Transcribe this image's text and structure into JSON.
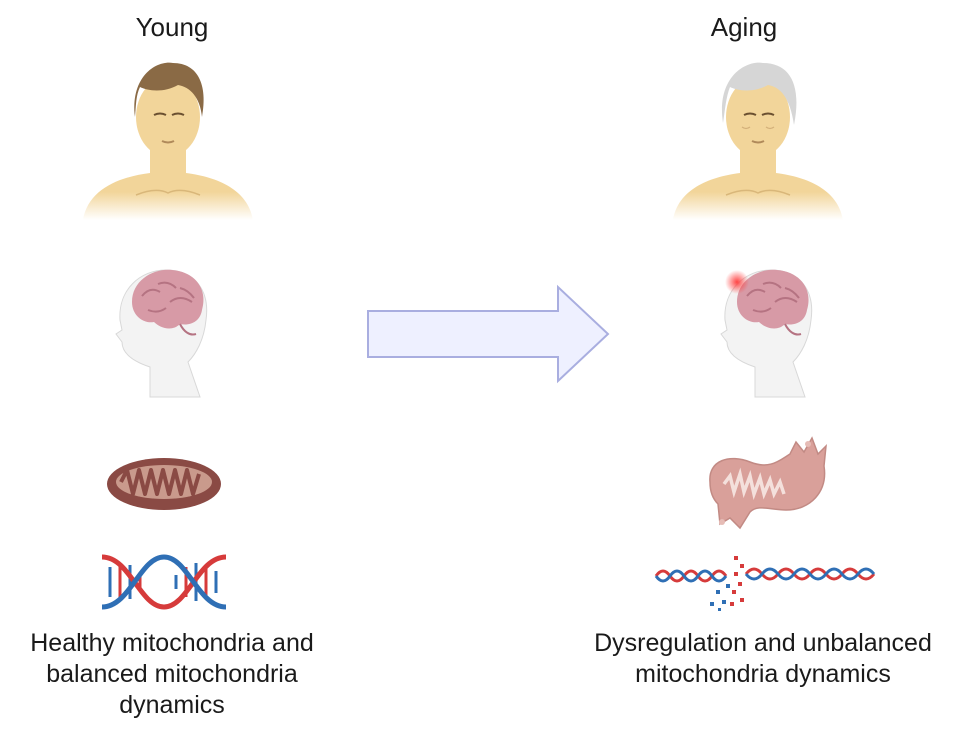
{
  "young": {
    "title": "Young",
    "caption": [
      "Healthy mitochondria and",
      "balanced mitochondria",
      "dynamics"
    ]
  },
  "aging": {
    "title": "Aging",
    "caption": [
      "Dysregulation and unbalanced",
      "mitochondria dynamics"
    ]
  },
  "colors": {
    "skin": "#f2d59a",
    "young_hair": "#8a6a45",
    "aging_hair": "#d6d6d6",
    "brain": "#d79aa6",
    "mito_healthy": "#8a4a44",
    "mito_damaged": "#d9a09a",
    "dna_red": "#d63b3b",
    "dna_blue": "#2f6fb5",
    "arrow_fill": "#eef0ff",
    "arrow_stroke": "#a9aee0"
  }
}
